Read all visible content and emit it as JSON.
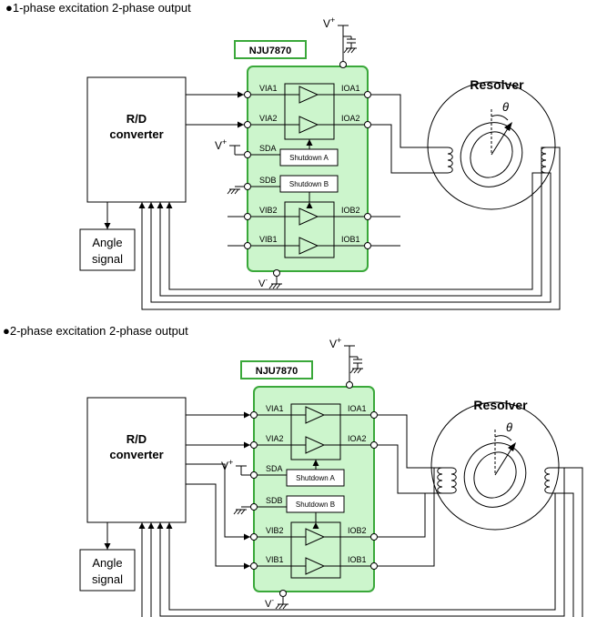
{
  "sections": [
    {
      "title": "●1-phase excitation 2-phase output",
      "chip_name": "NJU7870",
      "rd_line1": "R/D",
      "rd_line2": "converter",
      "angle_line1": "Angle",
      "angle_line2": "signal",
      "resolver": "Resolver",
      "theta": "θ",
      "vplus": "V+",
      "vminus": "V-",
      "pins_left": [
        "VIA1",
        "VIA2",
        "SDA",
        "SDB",
        "VIB2",
        "VIB1"
      ],
      "pins_right": [
        "IOA1",
        "IOA2",
        "IOB2",
        "IOB1"
      ],
      "shutdown_a": "Shutdown A",
      "shutdown_b": "Shutdown B"
    },
    {
      "title": "●2-phase excitation 2-phase output",
      "chip_name": "NJU7870",
      "rd_line1": "R/D",
      "rd_line2": "converter",
      "angle_line1": "Angle",
      "angle_line2": "signal",
      "resolver": "Resolver",
      "theta": "θ",
      "vplus": "V+",
      "vminus": "V-",
      "pins_left": [
        "VIA1",
        "VIA2",
        "SDA",
        "SDB",
        "VIB2",
        "VIB1"
      ],
      "pins_right": [
        "IOA1",
        "IOA2",
        "IOB2",
        "IOB1"
      ],
      "shutdown_a": "Shutdown A",
      "shutdown_b": "Shutdown B"
    }
  ],
  "colors": {
    "chip_fill": "#ccf5cc",
    "chip_border": "#3aa83a",
    "line": "#000000"
  }
}
